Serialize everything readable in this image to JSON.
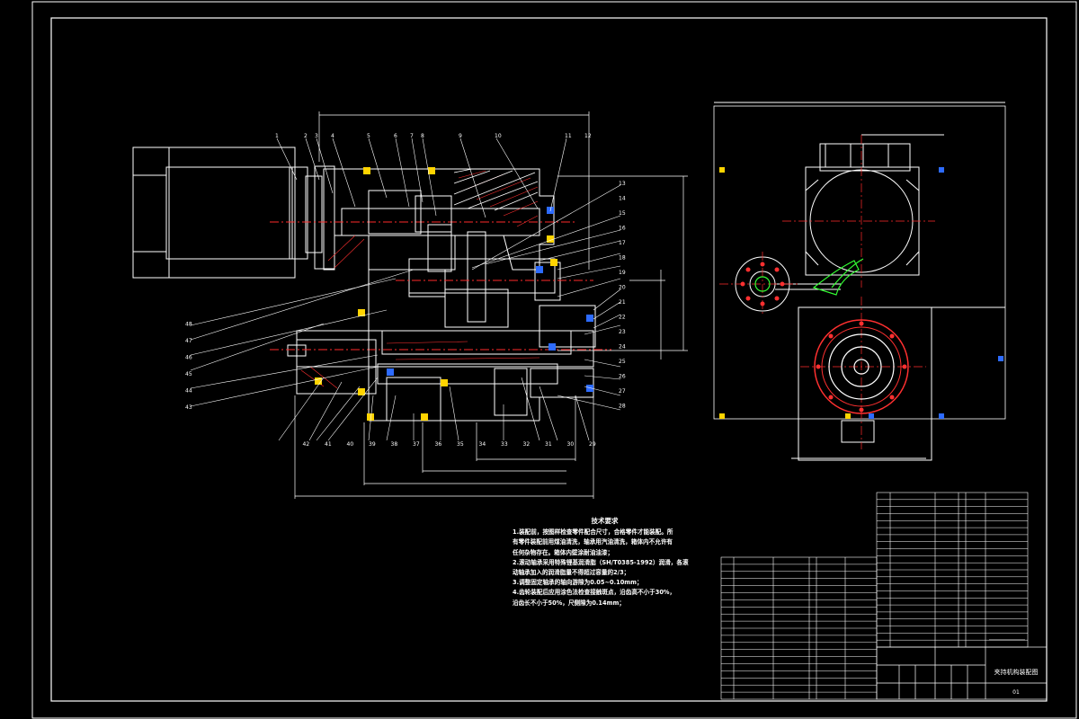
{
  "drawing": {
    "colors": {
      "background": "#000000",
      "line": "#ffffff",
      "centerline": "#ff2a2a",
      "hidden": "#00e5ff",
      "hatch": "#ff3030",
      "bolt": "#ffd400",
      "part_green": "#33ff33",
      "dimension": "#ffffff"
    },
    "balloons_left": [
      "1",
      "2",
      "3",
      "4",
      "5",
      "6",
      "7",
      "8",
      "9",
      "10",
      "11",
      "12"
    ],
    "balloons_right": [
      "13",
      "14",
      "15",
      "16",
      "17",
      "18",
      "19",
      "20",
      "21",
      "22",
      "23",
      "24",
      "25",
      "26",
      "27",
      "28"
    ],
    "balloons_bottom": [
      "29",
      "30",
      "31",
      "32",
      "33",
      "34",
      "35",
      "36",
      "37",
      "38",
      "39",
      "40",
      "41",
      "42"
    ],
    "balloons_leftside": [
      "43",
      "44",
      "45",
      "46",
      "47",
      "48"
    ]
  },
  "tech_requirements": {
    "title": "技术要求",
    "lines": [
      "1.装配前，按图样检查零件配合尺寸，合格零件才能装配。所",
      "有零件装配前用煤油清洗，轴承用汽油清洗，箱体内不允许有",
      "任何杂物存在。箱体内壁涂耐油油漆；",
      "2.滚动轴承采用特殊锂基润滑脂（SH/T0385-1992）润滑，各滚",
      "动轴承加入的润滑脂量不得超过容量的2/3；",
      "3.调整固定轴承的轴向游隙为0.05~0.10mm；",
      "4.齿轮装配后应用涂色法检查接触斑点，沿齿高不小于30%，",
      "沿齿长不小于50%，尺侧隙为0.14mm；"
    ]
  },
  "title_block": {
    "drawing_name": "夹持机构装配图",
    "sheet_no": "01"
  }
}
